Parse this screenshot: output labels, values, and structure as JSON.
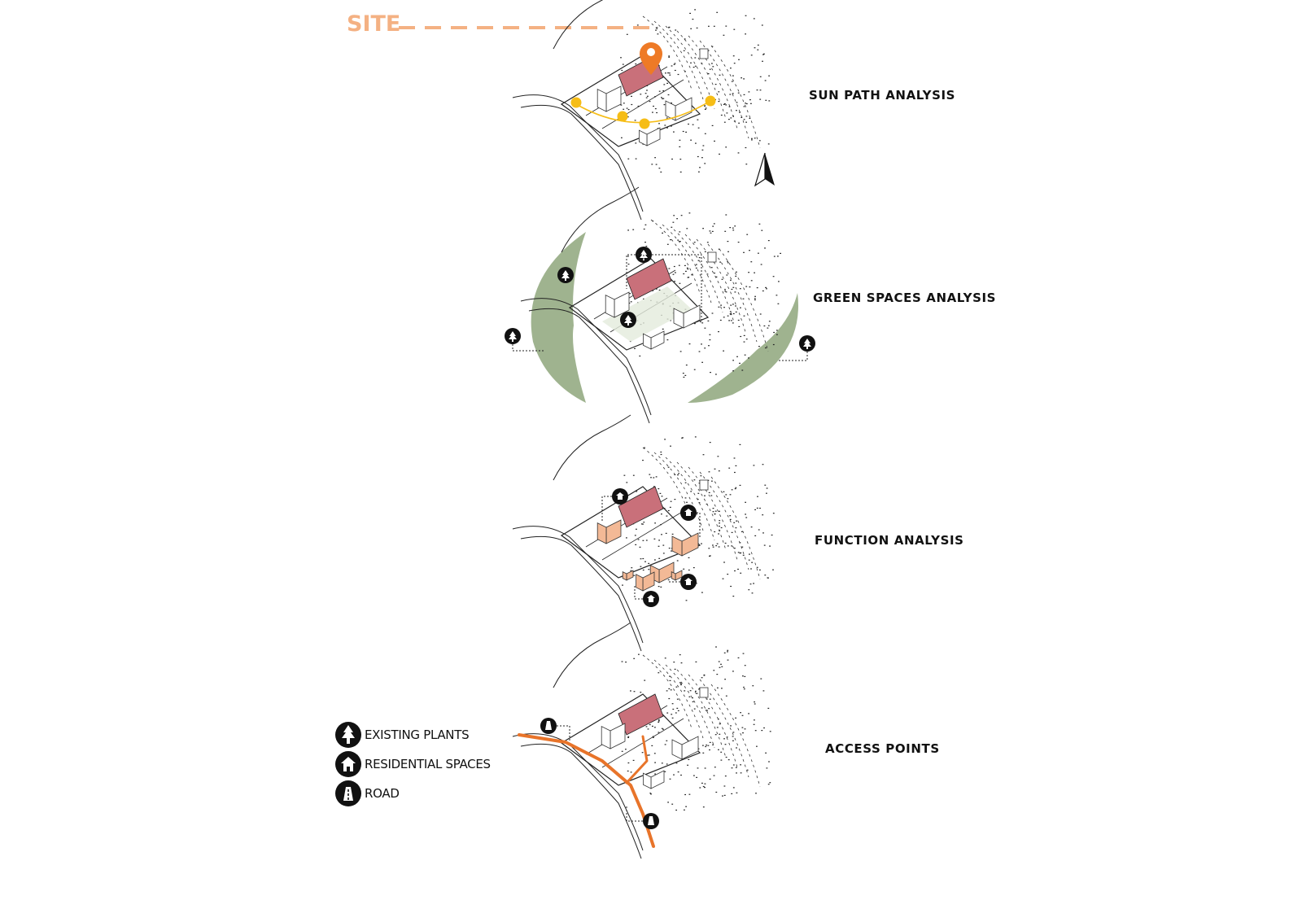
{
  "site_label": "SITE",
  "colors": {
    "site": "#f4b183",
    "pin": "#ee7a26",
    "plot": "#c9707a",
    "sun": "#f6bd16",
    "green": "#9fb38f",
    "function_blocks": "#f3b996",
    "road": "#e8742a",
    "ink": "#111111"
  },
  "panels": [
    {
      "label": "SUN  PATH  ANALYSIS"
    },
    {
      "label": "GREEN  SPACES  ANALYSIS"
    },
    {
      "label": "FUNCTION  ANALYSIS"
    },
    {
      "label": "ACCESS  POINTS"
    }
  ],
  "north": {
    "label": "N"
  },
  "legend": [
    {
      "icon": "tree-icon",
      "label": "EXISTING PLANTS"
    },
    {
      "icon": "house-icon",
      "label": "RESIDENTIAL SPACES"
    },
    {
      "icon": "road-icon",
      "label": "ROAD"
    }
  ]
}
